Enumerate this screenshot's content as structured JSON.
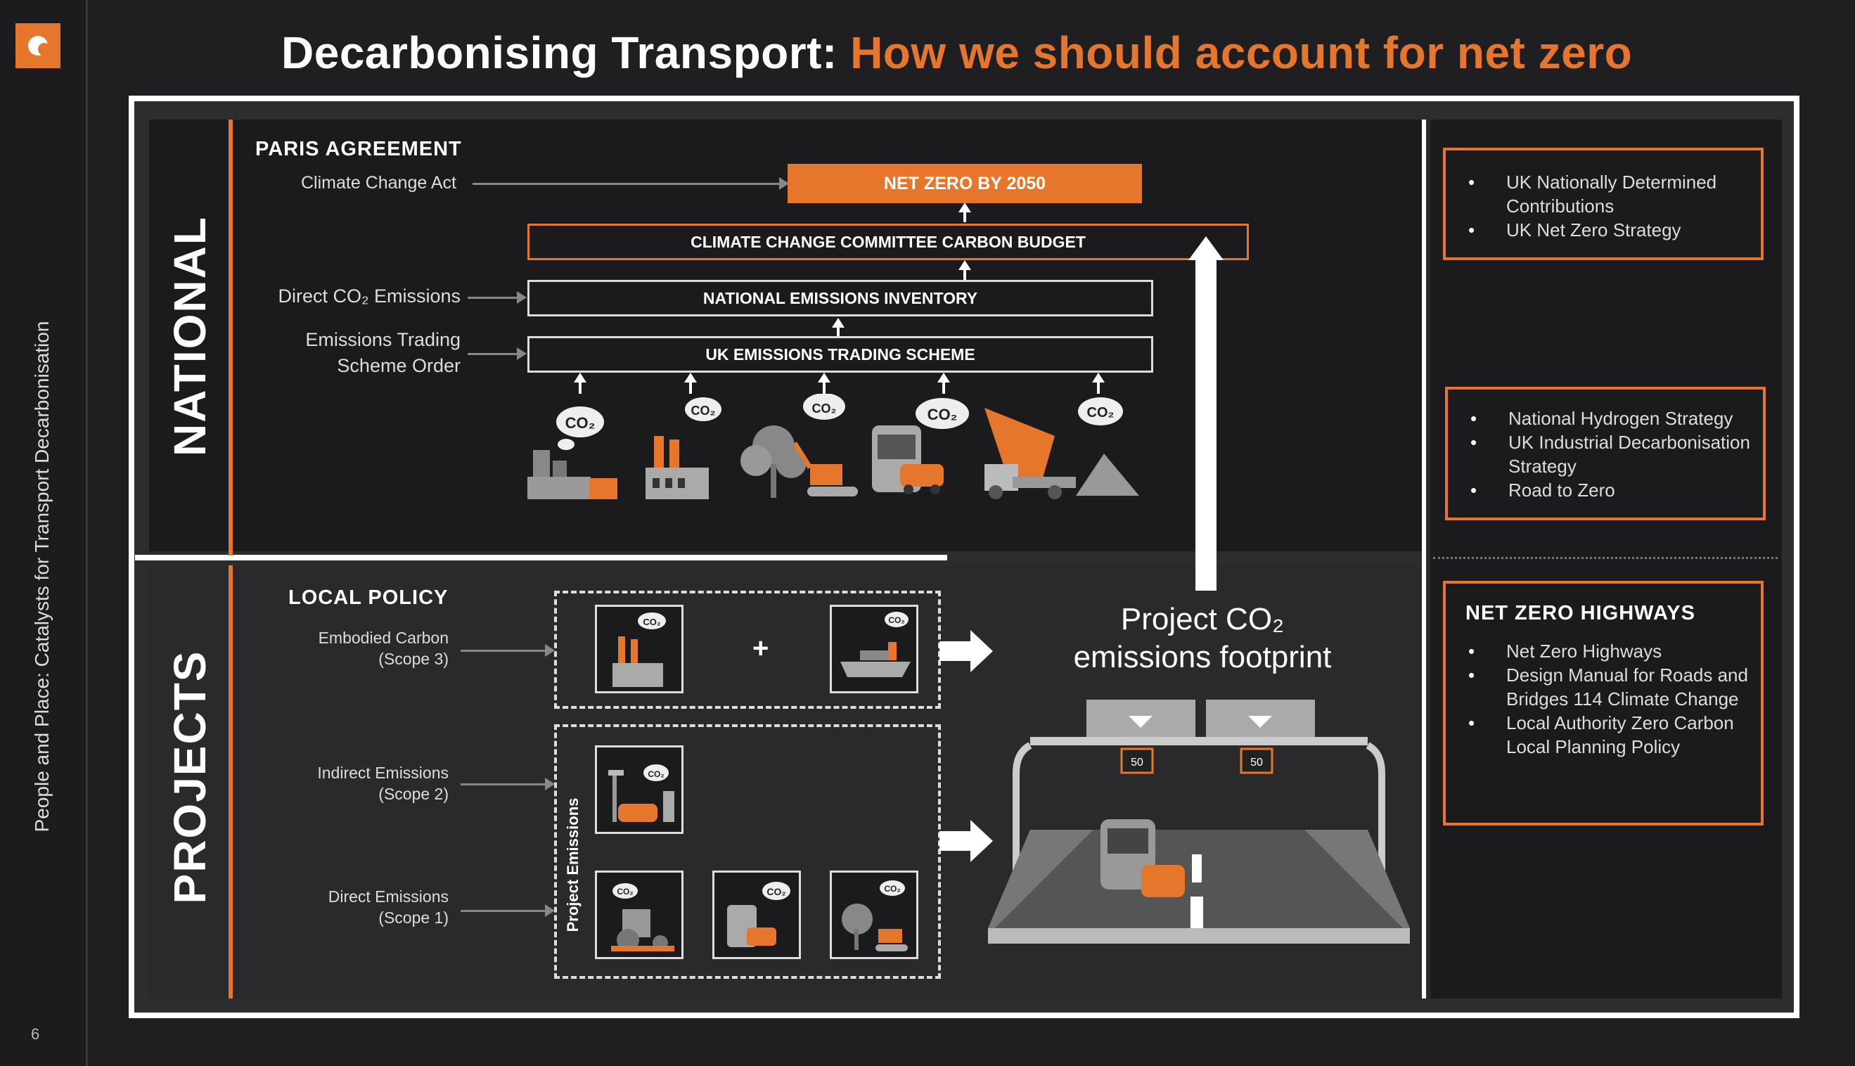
{
  "sidebar": {
    "vertical_title": "People and Place: Catalysts for Transport Decarbonisation",
    "page_number": "6"
  },
  "header": {
    "title_white": "Decarbonising Transport:",
    "title_orange": "How we should account for net zero"
  },
  "colors": {
    "accent": "#e6762c",
    "background": "#1f1f21",
    "panel": "#1b1b1d"
  },
  "national": {
    "side_label": "NATIONAL",
    "heading": "PARIS AGREEMENT",
    "climate_change_act": "Climate Change Act",
    "net_zero_box": "NET ZERO BY 2050",
    "ccc_box": "CLIMATE CHANGE COMMITTEE CARBON BUDGET",
    "direct_co2": "Direct CO₂ Emissions",
    "inventory_box": "NATIONAL  EMISSIONS INVENTORY",
    "ets_order_line1": "Emissions Trading",
    "ets_order_line2": "Scheme Order",
    "ets_box": "UK EMISSIONS TRADING  SCHEME",
    "co2_tag": "CO₂"
  },
  "projects": {
    "side_label": "PROJECTS",
    "heading": "LOCAL POLICY",
    "scope3_line1": "Embodied Carbon",
    "scope3_line2": "(Scope 3)",
    "scope2_line1": "Indirect Emissions",
    "scope2_line2": "(Scope 2)",
    "scope1_line1": "Direct Emissions",
    "scope1_line2": "(Scope 1)",
    "plus": "+",
    "project_emissions_label": "Project Emissions",
    "footprint_line1": "Project CO₂",
    "footprint_line2": "emissions footprint",
    "sign_speed": "50"
  },
  "right": {
    "box1": [
      "UK Nationally Determined Contributions",
      "UK Net Zero Strategy"
    ],
    "box2": [
      "National Hydrogen Strategy",
      "UK Industrial Decarbonisation Strategy",
      "Road to Zero"
    ],
    "box3_heading": "NET ZERO HIGHWAYS",
    "box3": [
      "Net Zero Highways",
      "Design Manual for Roads and Bridges 114 Climate Change",
      "Local Authority Zero Carbon Local Planning Policy"
    ]
  }
}
